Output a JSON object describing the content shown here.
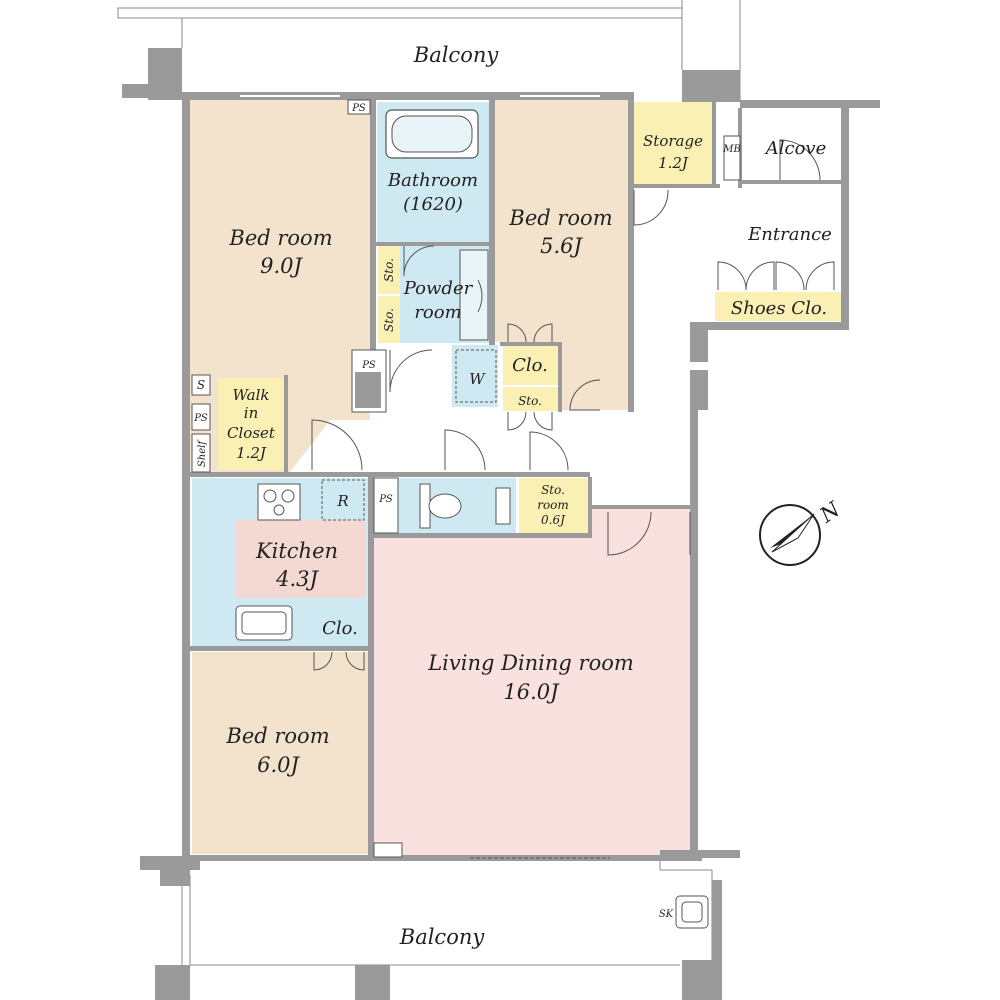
{
  "labels": {
    "balcony_top": "Balcony",
    "balcony_bottom": "Balcony",
    "bedroom_a_name": "Bed room",
    "bedroom_a_size": "9.0J",
    "bathroom_name": "Bathroom",
    "bathroom_size": "(1620)",
    "bedroom_b_name": "Bed room",
    "bedroom_b_size": "5.6J",
    "storage_name": "Storage",
    "storage_size": "1.2J",
    "mb": "MB",
    "alcove": "Alcove",
    "entrance": "Entrance",
    "shoes": "Shoes Clo.",
    "powder_1": "Powder",
    "powder_2": "room",
    "sto_1": "Sto.",
    "sto_2": "Sto.",
    "ps_1": "PS",
    "ps_2": "PS",
    "ps_3": "PS",
    "ps_4": "PS",
    "w": "W",
    "clo_1": "Clo.",
    "sto_3": "Sto.",
    "s": "S",
    "walkin_1": "Walk",
    "walkin_2": "in",
    "walkin_3": "Closet",
    "walkin_4": "1.2J",
    "shelf": "Shelf",
    "r": "R",
    "storoom_1": "Sto.",
    "storoom_2": "room",
    "storoom_3": "0.6J",
    "kitchen_name": "Kitchen",
    "kitchen_size": "4.3J",
    "clo_2": "Clo.",
    "living_name": "Living Dining room",
    "living_size": "16.0J",
    "bedroom_c_name": "Bed room",
    "bedroom_c_size": "6.0J",
    "sk": "SK",
    "compass_n": "N"
  },
  "colors": {
    "bedroom": "#f3e3cc",
    "wet": "#cfe9f2",
    "storage": "#fbf0b4",
    "living": "#f8e1de",
    "kitchen_floor": "#f4d9d3",
    "wall": "#9a9a9a"
  }
}
